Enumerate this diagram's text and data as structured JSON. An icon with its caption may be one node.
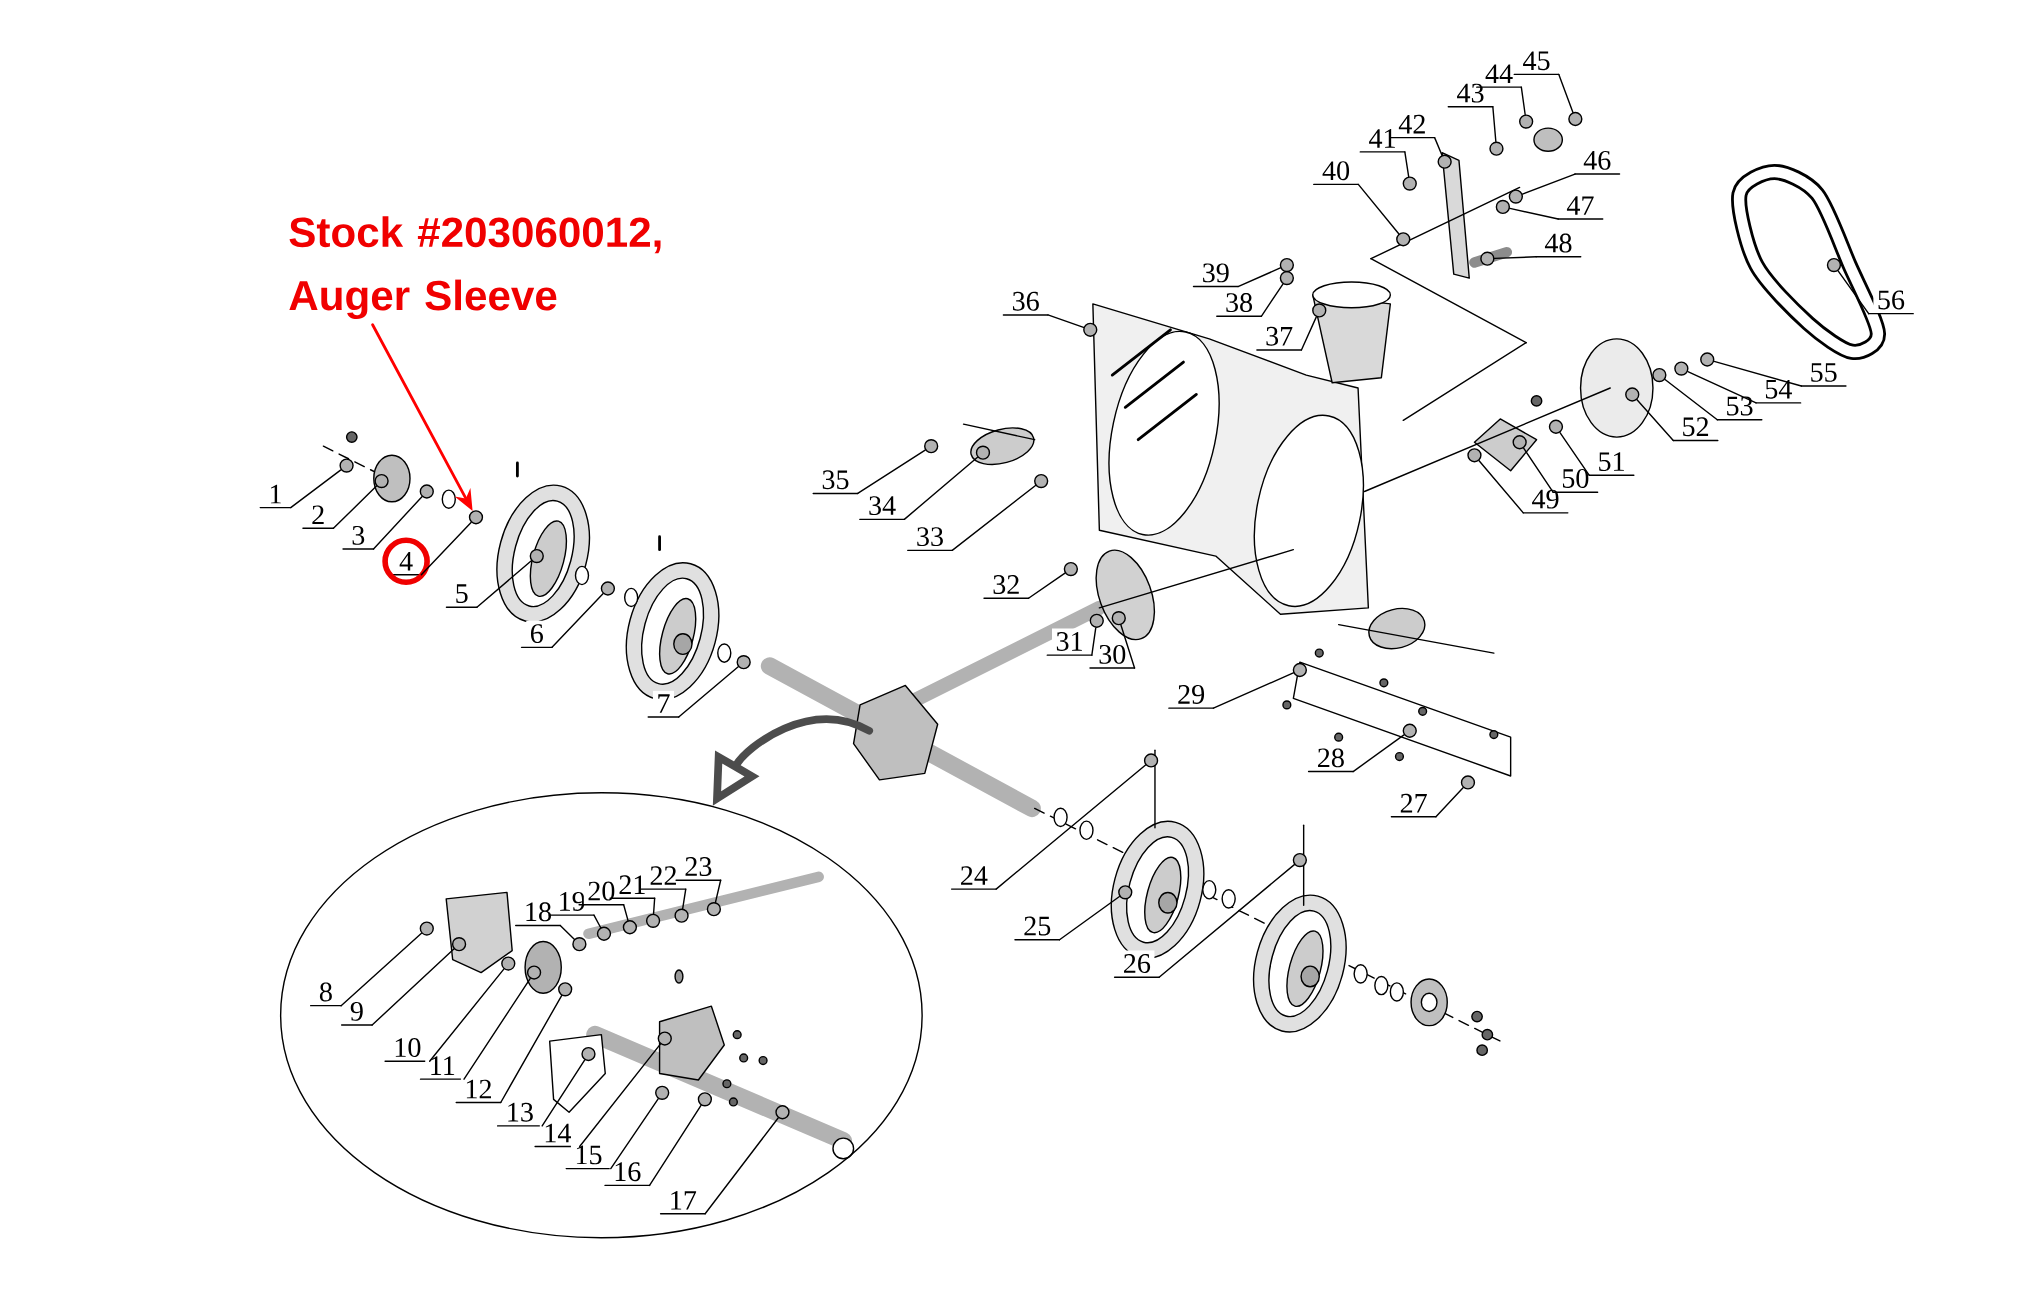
{
  "diagram": {
    "nodes": [
      {
        "text": [],
        "shape": "ellipse"
      },
      {
        "text": [
          "Stock #203060012, Auger Sleeve"
        ]
      },
      {
        "text": [
          "1"
        ]
      },
      {
        "text": [
          "2"
        ]
      },
      {
        "text": [
          "3"
        ]
      },
      {
        "text": [
          "4"
        ]
      },
      {
        "text": [
          "5"
        ]
      },
      {
        "text": [
          "6"
        ]
      },
      {
        "text": [
          "7"
        ]
      },
      {
        "text": [
          "8"
        ],
        "in": 0
      },
      {
        "text": [
          "9"
        ],
        "in": 0
      },
      {
        "text": [
          "10"
        ],
        "in": 0
      },
      {
        "text": [
          "11"
        ],
        "in": 0
      },
      {
        "text": [
          "12"
        ],
        "in": 0
      },
      {
        "text": [
          "13"
        ],
        "in": 0
      },
      {
        "text": [
          "14"
        ],
        "in": 0
      },
      {
        "text": [
          "15"
        ],
        "in": 0
      },
      {
        "text": [
          "16"
        ],
        "in": 0
      },
      {
        "text": [
          "17"
        ],
        "in": 0
      },
      {
        "text": [
          "18"
        ],
        "in": 0
      },
      {
        "text": [
          "19"
        ],
        "in": 0
      },
      {
        "text": [
          "20"
        ],
        "in": 0
      },
      {
        "text": [
          "21"
        ],
        "in": 0
      },
      {
        "text": [
          "22"
        ],
        "in": 0
      },
      {
        "text": [
          "23"
        ],
        "in": 0
      },
      {
        "text": [
          "24"
        ]
      },
      {
        "text": [
          "25"
        ]
      },
      {
        "text": [
          "26"
        ]
      },
      {
        "text": [
          "27"
        ]
      },
      {
        "text": [
          "28"
        ]
      },
      {
        "text": [
          "29"
        ]
      },
      {
        "text": [
          "30"
        ]
      },
      {
        "text": [
          "31"
        ]
      },
      {
        "text": [
          "32"
        ]
      },
      {
        "text": [
          "33"
        ]
      },
      {
        "text": [
          "34"
        ]
      },
      {
        "text": [
          "35"
        ]
      },
      {
        "text": [
          "36"
        ]
      },
      {
        "text": [
          "37"
        ]
      },
      {
        "text": [
          "38"
        ]
      },
      {
        "text": [
          "39"
        ]
      },
      {
        "text": [
          "40"
        ]
      },
      {
        "text": [
          "41"
        ]
      },
      {
        "text": [
          "42"
        ]
      },
      {
        "text": [
          "43"
        ]
      },
      {
        "text": [
          "44"
        ]
      },
      {
        "text": [
          "45"
        ]
      },
      {
        "text": [
          "46"
        ]
      },
      {
        "text": [
          "47"
        ]
      },
      {
        "text": [
          "48"
        ]
      },
      {
        "text": [
          "49"
        ]
      },
      {
        "text": [
          "50"
        ]
      },
      {
        "text": [
          "51"
        ]
      },
      {
        "text": [
          "52"
        ]
      },
      {
        "text": [
          "53"
        ]
      },
      {
        "text": [
          "54"
        ]
      },
      {
        "text": [
          "55"
        ]
      },
      {
        "text": [
          "56"
        ]
      },
      {
        "text": [],
        "shape": "circle"
      },
      {
        "text": [],
        "shape": "circle"
      },
      {
        "text": [],
        "shape": "circle"
      },
      {
        "text": [],
        "shape": "circle"
      },
      {
        "text": [],
        "shape": "circle"
      },
      {
        "text": [],
        "shape": "circle"
      },
      {
        "text": [],
        "shape": "circle"
      },
      {
        "text": [],
        "shape": "circle",
        "in": 0
      },
      {
        "text": [],
        "shape": "circle",
        "in": 0
      },
      {
        "text": [],
        "shape": "circle",
        "in": 0
      },
      {
        "text": [],
        "shape": "circle",
        "in": 0
      },
      {
        "text": [],
        "shape": "circle",
        "in": 0
      },
      {
        "text": [],
        "shape": "circle",
        "in": 0
      },
      {
        "text": [],
        "shape": "circle",
        "in": 0
      },
      {
        "text": [],
        "shape": "circle",
        "in": 0
      },
      {
        "text": [],
        "shape": "circle",
        "in": 0
      },
      {
        "text": [],
        "shape": "circle",
        "in": 0
      },
      {
        "text": [],
        "shape": "circle",
        "in": 0
      },
      {
        "text": [],
        "shape": "circle",
        "in": 0
      },
      {
        "text": [],
        "shape": "circle",
        "in": 0
      },
      {
        "text": [],
        "shape": "circle",
        "in": 0
      },
      {
        "text": [],
        "shape": "circle",
        "in": 0
      },
      {
        "text": [],
        "shape": "circle",
        "in": 0
      },
      {
        "text": [],
        "shape": "circle"
      },
      {
        "text": [],
        "shape": "circle"
      },
      {
        "text": [],
        "shape": "circle"
      },
      {
        "text": [],
        "shape": "circle"
      },
      {
        "text": [],
        "shape": "circle"
      },
      {
        "text": [],
        "shape": "circle"
      },
      {
        "text": [],
        "shape": "circle"
      },
      {
        "text": [],
        "shape": "circle"
      },
      {
        "text": [],
        "shape": "circle"
      },
      {
        "text": [],
        "shape": "circle"
      },
      {
        "text": [],
        "shape": "circle"
      },
      {
        "text": [],
        "shape": "circle"
      },
      {
        "text": [],
        "shape": "circle"
      },
      {
        "text": [],
        "shape": "circle"
      },
      {
        "text": [],
        "shape": "circle"
      },
      {
        "text": [],
        "shape": "circle"
      },
      {
        "text": [],
        "shape": "circle"
      },
      {
        "text": [],
        "shape": "circle"
      },
      {
        "text": [],
        "shape": "circle"
      },
      {
        "text": [],
        "shape": "circle"
      },
      {
        "text": [],
        "shape": "circle"
      },
      {
        "text": [],
        "shape": "circle"
      },
      {
        "text": [],
        "shape": "circle"
      },
      {
        "text": [],
        "shape": "circle"
      },
      {
        "text": [],
        "shape": "circle"
      },
      {
        "text": [],
        "shape": "circle"
      },
      {
        "text": [],
        "shape": "circle"
      },
      {
        "text": [],
        "shape": "circle"
      },
      {
        "text": [],
        "shape": "circle"
      },
      {
        "text": [],
        "shape": "circle"
      },
      {
        "text": [],
        "shape": "circle"
      },
      {
        "text": [],
        "shape": "circle"
      },
      {
        "text": [],
        "shape": "circle"
      }
    ],
    "edges": [
      {
        "from": 1,
        "to": 61,
        "arrow": "to",
        "color": "#ff0000"
      },
      {
        "from": null,
        "to": 0,
        "arrow": "to",
        "style": "thick"
      },
      {
        "from": 2,
        "to": 58,
        "arrow": "none"
      },
      {
        "from": 3,
        "to": 59,
        "arrow": "none"
      },
      {
        "from": 4,
        "to": 60,
        "arrow": "none"
      },
      {
        "from": 5,
        "to": 61,
        "arrow": "none"
      },
      {
        "from": 6,
        "to": 62,
        "arrow": "none"
      },
      {
        "from": 7,
        "to": 63,
        "arrow": "none"
      },
      {
        "from": 8,
        "to": 64,
        "arrow": "none"
      },
      {
        "from": 9,
        "to": 65,
        "arrow": "none"
      },
      {
        "from": 10,
        "to": 66,
        "arrow": "none"
      },
      {
        "from": 11,
        "to": 67,
        "arrow": "none"
      },
      {
        "from": 12,
        "to": 68,
        "arrow": "none"
      },
      {
        "from": 13,
        "to": 69,
        "arrow": "none"
      },
      {
        "from": 14,
        "to": 70,
        "arrow": "none"
      },
      {
        "from": 15,
        "to": 71,
        "arrow": "none"
      },
      {
        "from": 16,
        "to": 72,
        "arrow": "none"
      },
      {
        "from": 17,
        "to": 73,
        "arrow": "none"
      },
      {
        "from": 18,
        "to": 74,
        "arrow": "none"
      },
      {
        "from": 19,
        "to": 75,
        "arrow": "none"
      },
      {
        "from": 20,
        "to": 76,
        "arrow": "none"
      },
      {
        "from": 21,
        "to": 77,
        "arrow": "none"
      },
      {
        "from": 22,
        "to": 78,
        "arrow": "none"
      },
      {
        "from": 23,
        "to": 79,
        "arrow": "none"
      },
      {
        "from": 24,
        "to": 80,
        "arrow": "none"
      },
      {
        "from": 25,
        "to": 81,
        "arrow": "none"
      },
      {
        "from": 26,
        "to": 82,
        "arrow": "none"
      },
      {
        "from": 27,
        "to": 83,
        "arrow": "none"
      },
      {
        "from": 28,
        "to": 84,
        "arrow": "none"
      },
      {
        "from": 29,
        "to": 85,
        "arrow": "none"
      },
      {
        "from": 30,
        "to": 86,
        "arrow": "none"
      },
      {
        "from": 31,
        "to": 87,
        "arrow": "none"
      },
      {
        "from": 32,
        "to": 88,
        "arrow": "none"
      },
      {
        "from": 33,
        "to": 89,
        "arrow": "none"
      },
      {
        "from": 34,
        "to": 90,
        "arrow": "none"
      },
      {
        "from": 35,
        "to": 91,
        "arrow": "none"
      },
      {
        "from": 36,
        "to": 92,
        "arrow": "none"
      },
      {
        "from": 37,
        "to": 93,
        "arrow": "none"
      },
      {
        "from": 38,
        "to": 94,
        "arrow": "none"
      },
      {
        "from": 39,
        "to": 95,
        "arrow": "none"
      },
      {
        "from": 40,
        "to": 96,
        "arrow": "none"
      },
      {
        "from": 41,
        "to": 97,
        "arrow": "none"
      },
      {
        "from": 42,
        "to": 98,
        "arrow": "none"
      },
      {
        "from": 43,
        "to": 99,
        "arrow": "none"
      },
      {
        "from": 44,
        "to": 100,
        "arrow": "none"
      },
      {
        "from": 45,
        "to": 101,
        "arrow": "none"
      },
      {
        "from": 46,
        "to": 102,
        "arrow": "none"
      },
      {
        "from": 47,
        "to": 103,
        "arrow": "none"
      },
      {
        "from": 48,
        "to": 104,
        "arrow": "none"
      },
      {
        "from": 49,
        "to": 105,
        "arrow": "none"
      },
      {
        "from": 50,
        "to": 106,
        "arrow": "none"
      },
      {
        "from": 51,
        "to": 107,
        "arrow": "none"
      },
      {
        "from": 52,
        "to": 108,
        "arrow": "none"
      },
      {
        "from": 53,
        "to": 109,
        "arrow": "none"
      },
      {
        "from": 54,
        "to": 110,
        "arrow": "none"
      },
      {
        "from": 55,
        "to": 111,
        "arrow": "none"
      },
      {
        "from": 56,
        "to": 112,
        "arrow": "none"
      },
      {
        "from": 57,
        "to": 113,
        "arrow": "none"
      }
    ]
  }
}
